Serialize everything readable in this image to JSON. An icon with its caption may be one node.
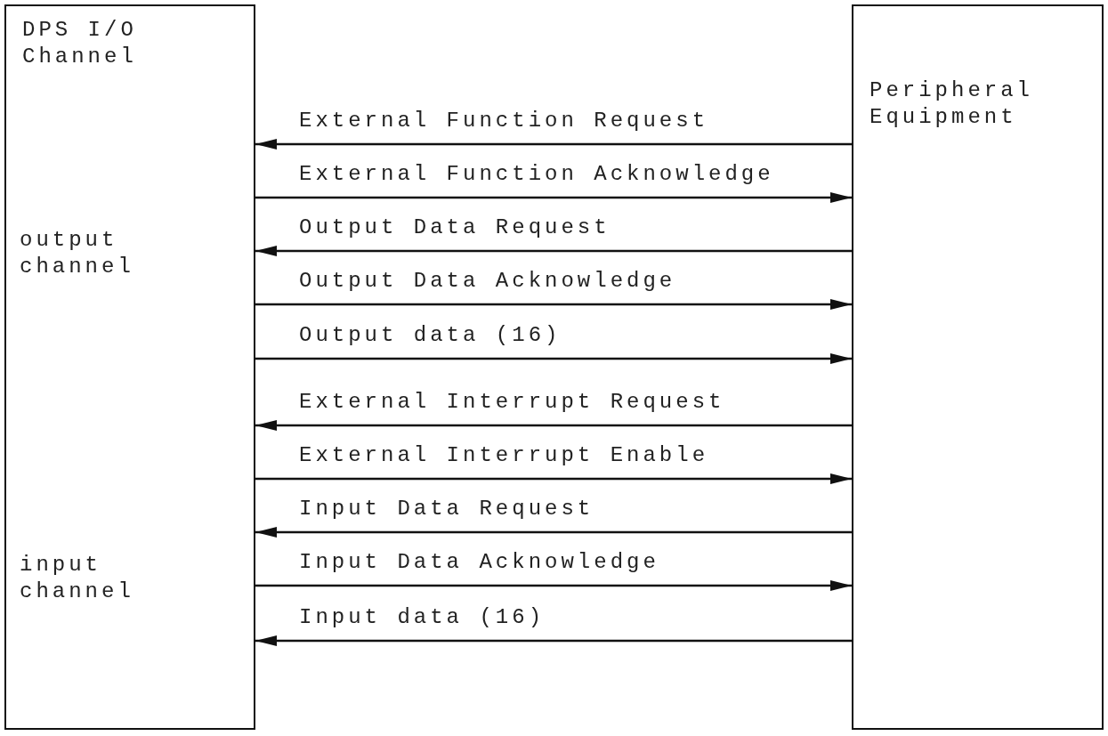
{
  "diagram": {
    "nodes": [
      {
        "text": [
          "DPS I/O Channel"
        ]
      },
      {
        "text": [
          "Peripheral Equipment"
        ]
      }
    ],
    "edges": [
      {
        "from": 1,
        "to": 0,
        "arrow": "to",
        "label": "External Function Request"
      },
      {
        "from": 0,
        "to": 1,
        "arrow": "to",
        "label": "External Function Acknowledge"
      },
      {
        "from": 1,
        "to": 0,
        "arrow": "to",
        "label": "Output Data Request"
      },
      {
        "from": 0,
        "to": 1,
        "arrow": "to",
        "label": "Output Data Acknowledge"
      },
      {
        "from": 0,
        "to": 1,
        "arrow": "to",
        "label": "Output data (16)"
      },
      {
        "from": 1,
        "to": 0,
        "arrow": "to",
        "label": "External Interrupt Request"
      },
      {
        "from": 0,
        "to": 1,
        "arrow": "to",
        "label": "External Interrupt Enable"
      },
      {
        "from": 1,
        "to": 0,
        "arrow": "to",
        "label": "Input Data Request"
      },
      {
        "from": 0,
        "to": 1,
        "arrow": "to",
        "label": "Input Data Acknowledge"
      },
      {
        "from": 1,
        "to": 0,
        "arrow": "to",
        "label": "Input data (16)"
      }
    ],
    "labels": [
      "output channel",
      "input channel"
    ]
  }
}
